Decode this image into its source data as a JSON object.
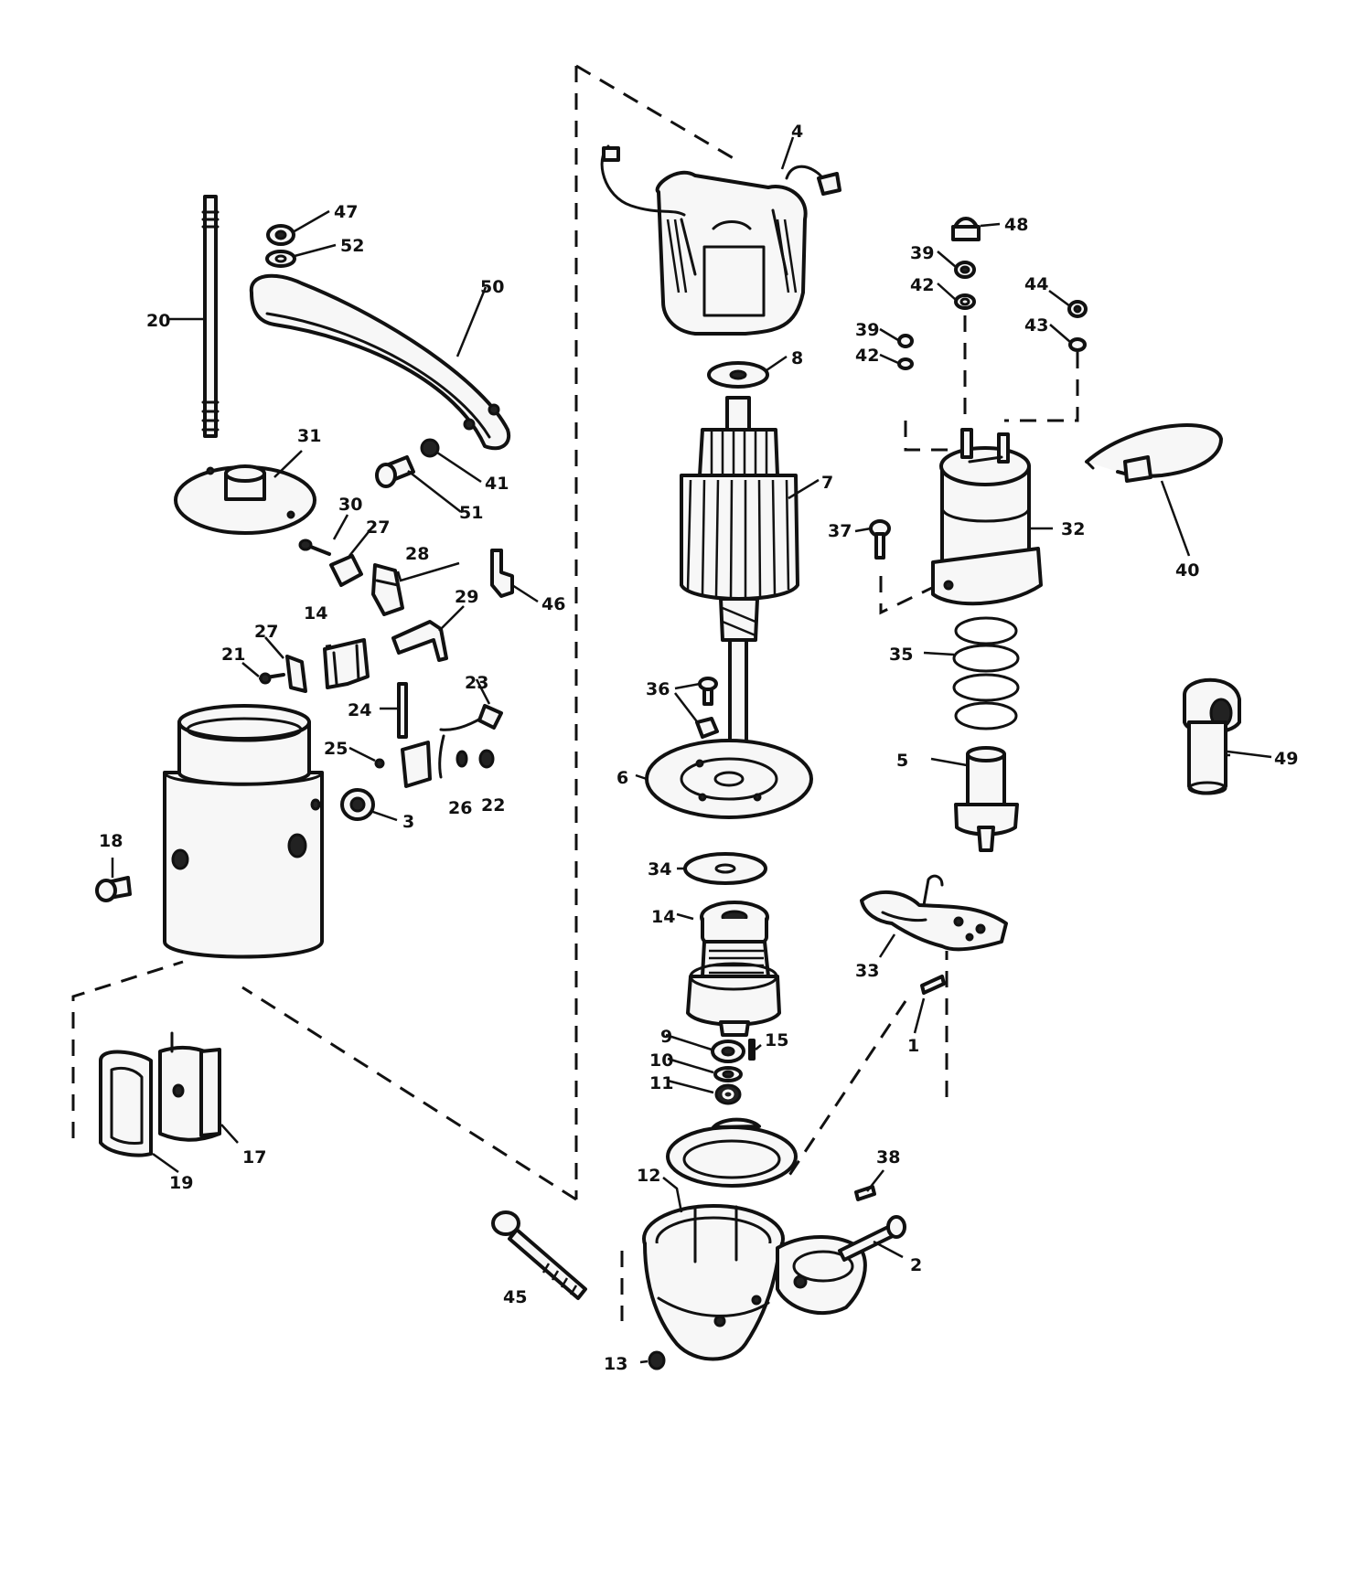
{
  "diagram": {
    "callouts": [
      "1",
      "2",
      "3",
      "4",
      "5",
      "6",
      "7",
      "8",
      "9",
      "10",
      "11",
      "12",
      "13",
      "14",
      "14",
      "15",
      "17",
      "18",
      "19",
      "20",
      "21",
      "22",
      "23",
      "24",
      "25",
      "26",
      "27",
      "27",
      "28",
      "29",
      "30",
      "31",
      "32",
      "33",
      "34",
      "35",
      "36",
      "37",
      "38",
      "39",
      "39",
      "40",
      "41",
      "42",
      "42",
      "43",
      "44",
      "45",
      "46",
      "47",
      "48",
      "49",
      "50",
      "51",
      "52"
    ]
  }
}
